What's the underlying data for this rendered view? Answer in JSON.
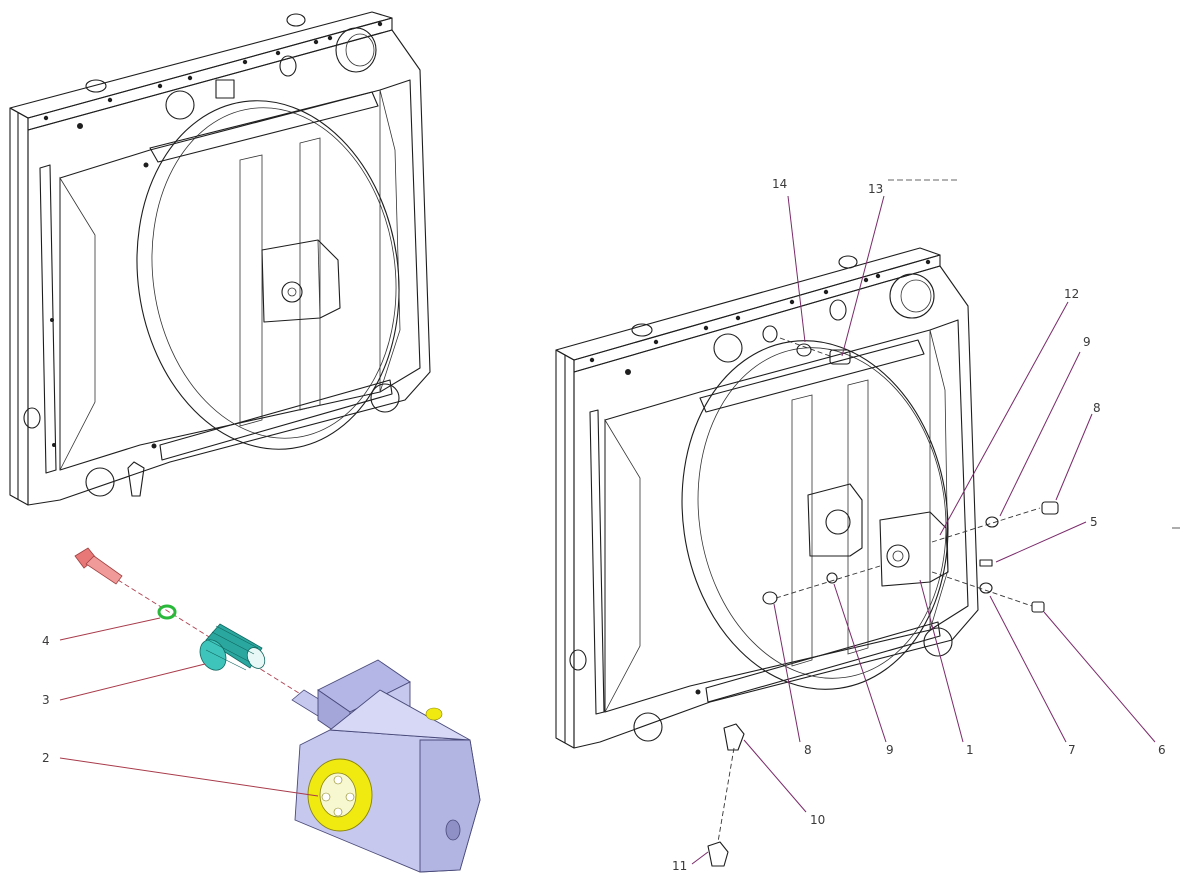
{
  "callouts": {
    "c1": "1",
    "c2": "2",
    "c3": "3",
    "c4": "4",
    "c5": "5",
    "c6": "6",
    "c7": "7",
    "c8a": "8",
    "c8b": "8",
    "c9a": "9",
    "c9b": "9",
    "c10": "10",
    "c11": "11",
    "c12": "12",
    "c13": "13",
    "c14": "14"
  },
  "colors": {
    "line": "#1e1e1e",
    "leader": "#7a2a6a",
    "pump_body": "#c6c8ee",
    "pump_flange": "#f0ea10",
    "gear": "#2aa8a0",
    "washer": "#2ab83a",
    "bolt": "#e87878"
  }
}
